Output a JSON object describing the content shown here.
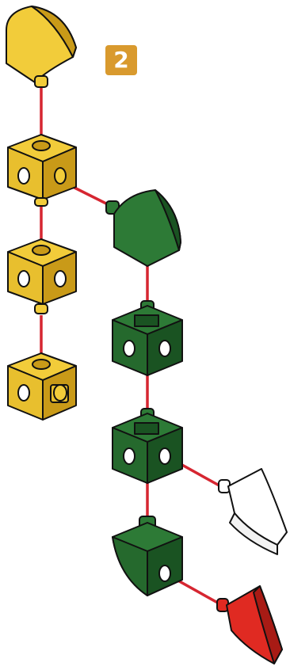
{
  "step": {
    "number": "2",
    "badge_color": "#d99a2e"
  },
  "colors": {
    "yellow": "#f2cc3a",
    "yellow_dark": "#c99a18",
    "green": "#2d7a36",
    "green_dark": "#1a5322",
    "white_part": "#ffffff",
    "red_part": "#e02a22",
    "connector": "#d62631",
    "outline": "#111111"
  },
  "parts": [
    {
      "name": "yellow-curved-slope",
      "color": "yellow"
    },
    {
      "name": "yellow-cube-with-side-pin",
      "color": "yellow"
    },
    {
      "name": "yellow-cube",
      "color": "yellow"
    },
    {
      "name": "yellow-cube-with-bottom-pin",
      "color": "yellow"
    },
    {
      "name": "green-curved-slope",
      "color": "green"
    },
    {
      "name": "green-cube",
      "color": "green"
    },
    {
      "name": "green-cube-with-side-hole",
      "color": "green"
    },
    {
      "name": "green-curved-cube",
      "color": "green"
    },
    {
      "name": "white-slope",
      "color": "white_part"
    },
    {
      "name": "red-slope",
      "color": "red_part"
    }
  ]
}
